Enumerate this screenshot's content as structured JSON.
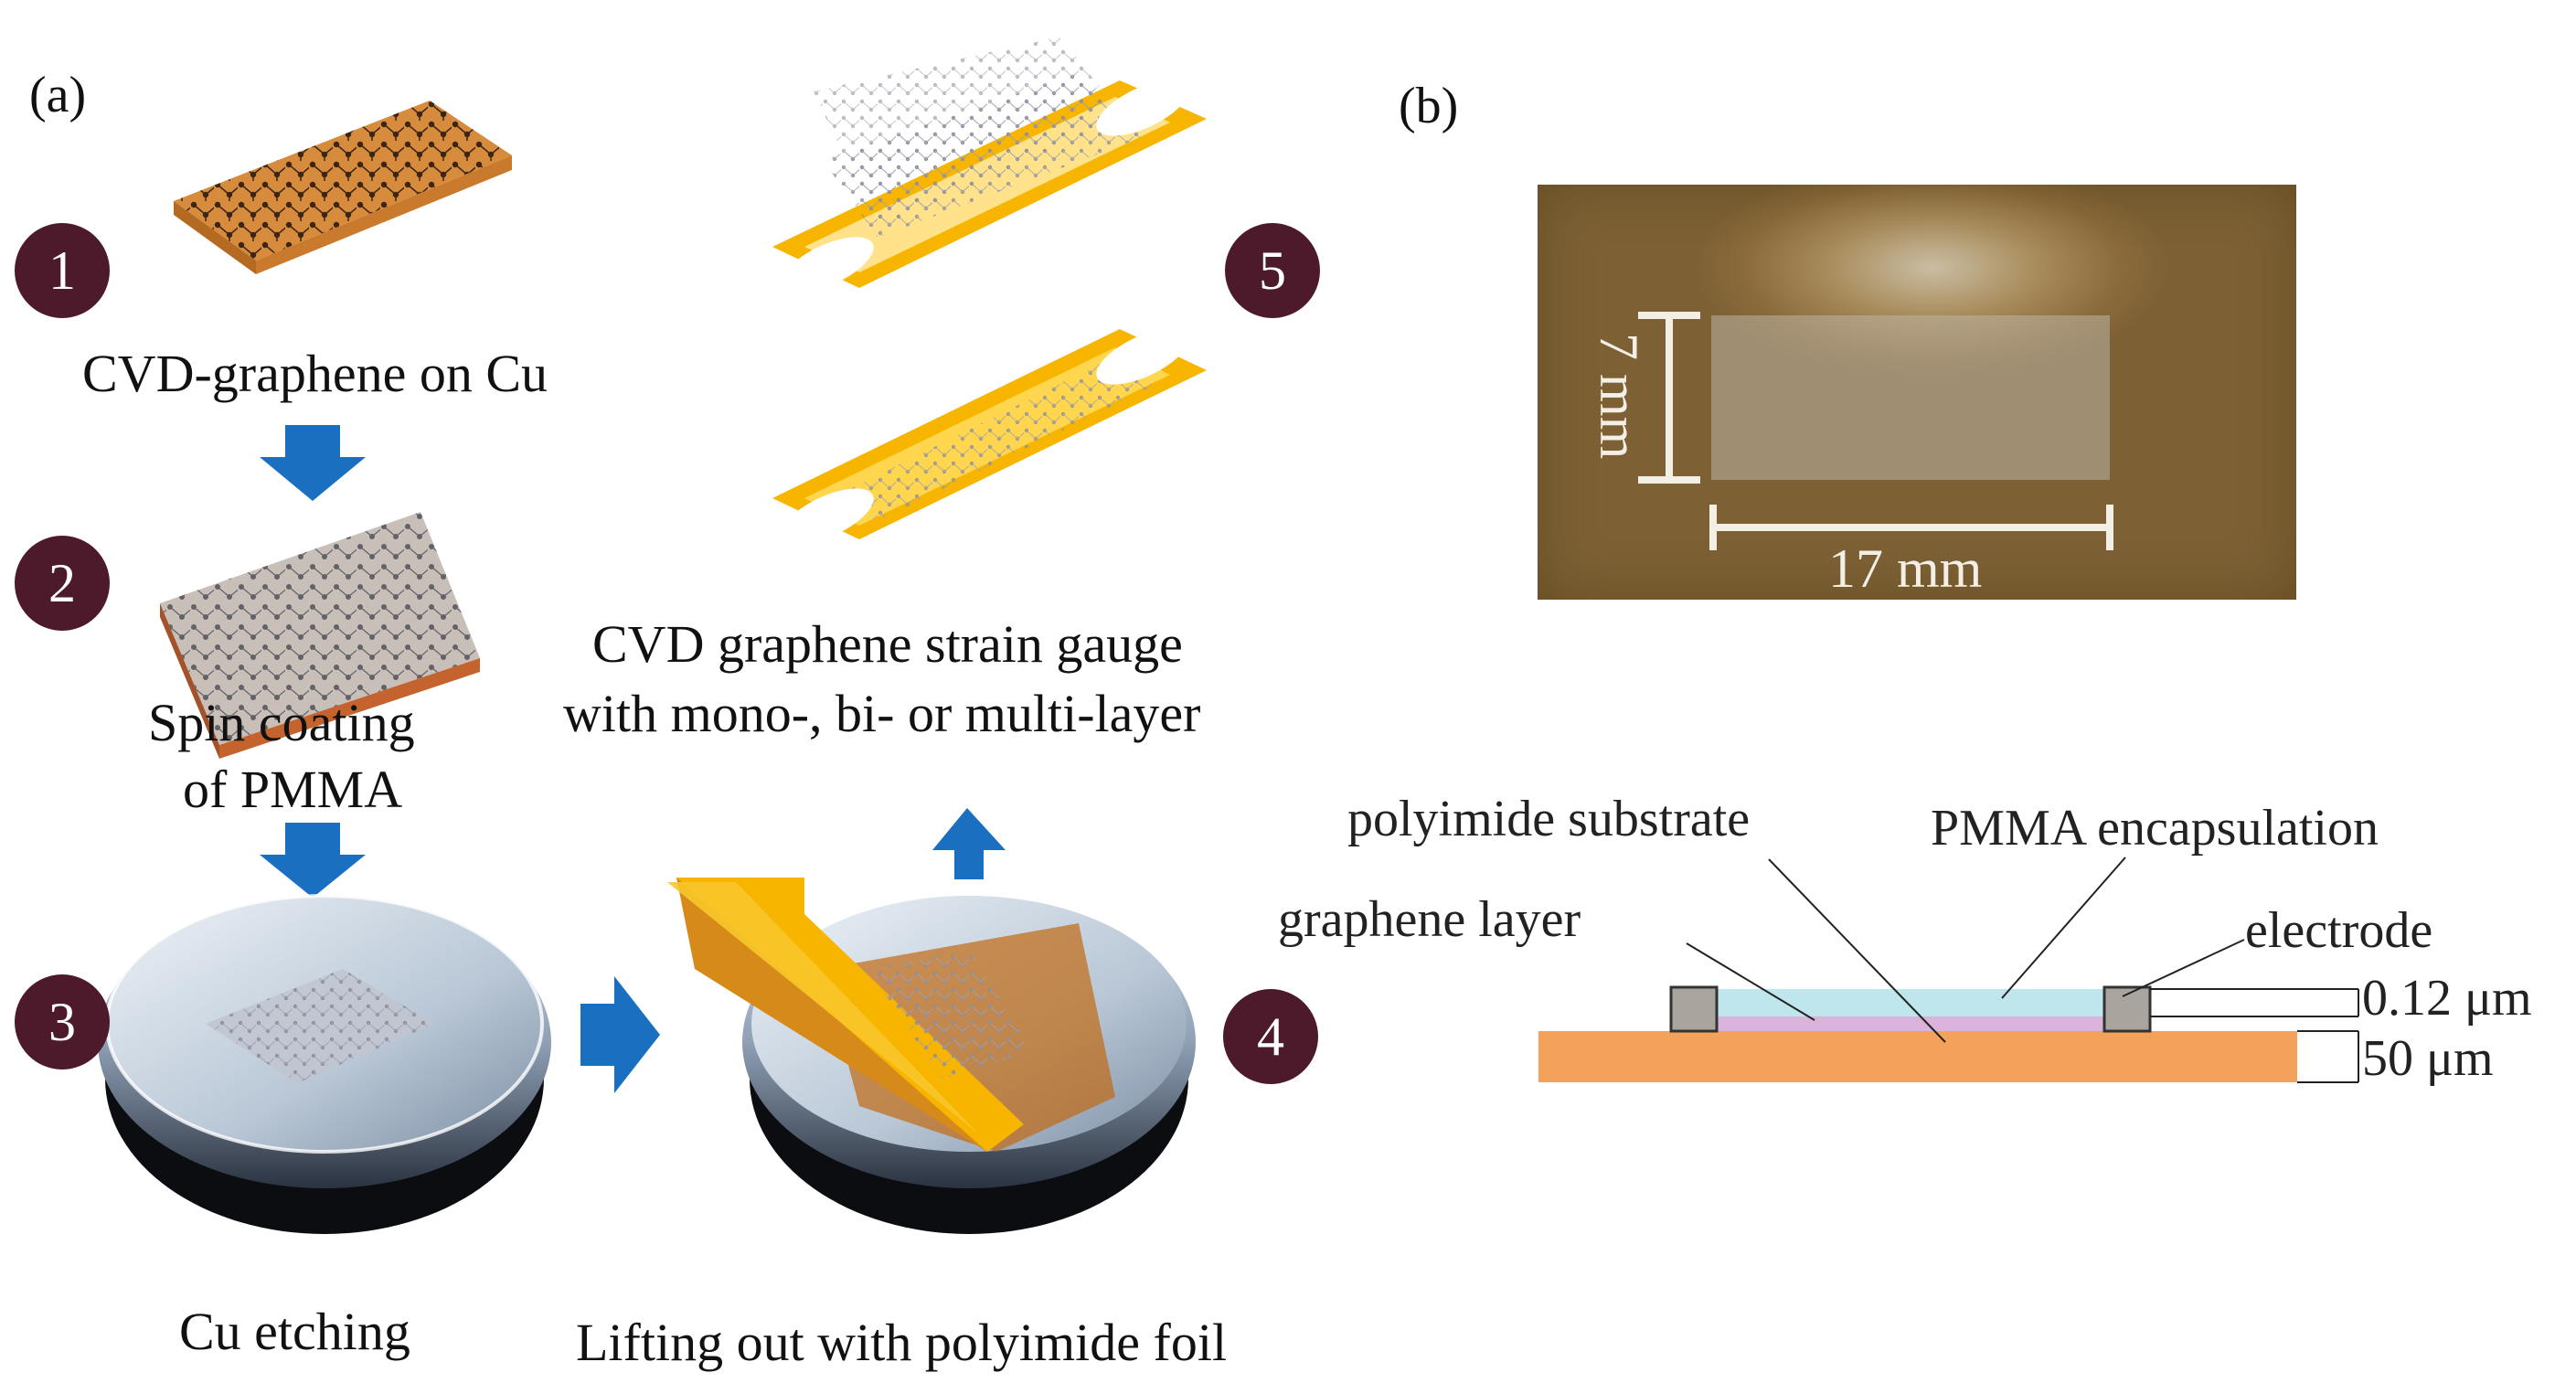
{
  "panel_a_label": "(a)",
  "panel_b_label": "(b)",
  "steps": [
    {
      "number": "1",
      "label": "CVD-graphene on Cu"
    },
    {
      "number": "2",
      "label_line1": "Spin coating",
      "label_line2": "of PMMA"
    },
    {
      "number": "3",
      "label": "Cu etching"
    },
    {
      "number": "4",
      "label": "Lifting out with polyimide foil"
    },
    {
      "number": "5",
      "label_line1": "CVD graphene strain gauge",
      "label_line2": "with mono-, bi- or multi-layer"
    }
  ],
  "photo": {
    "height_label": "7 mm",
    "width_label": "17 mm"
  },
  "cross_section": {
    "labels": {
      "polyimide": "polyimide substrate",
      "pmma": "PMMA encapsulation",
      "graphene": "graphene layer",
      "electrode": "electrode"
    },
    "thickness_top": "0.12 μm",
    "thickness_bottom": "50 μm",
    "colors": {
      "polyimide": "#f4a15a",
      "pmma": "#bfe6ec",
      "graphene": "#d9b3d9",
      "electrode": "#a9a49e"
    }
  },
  "colors": {
    "badge": "#4d1a2b",
    "arrow": "#1a6fc0",
    "copper": "#d88a3a",
    "foil": "#f7b500"
  }
}
